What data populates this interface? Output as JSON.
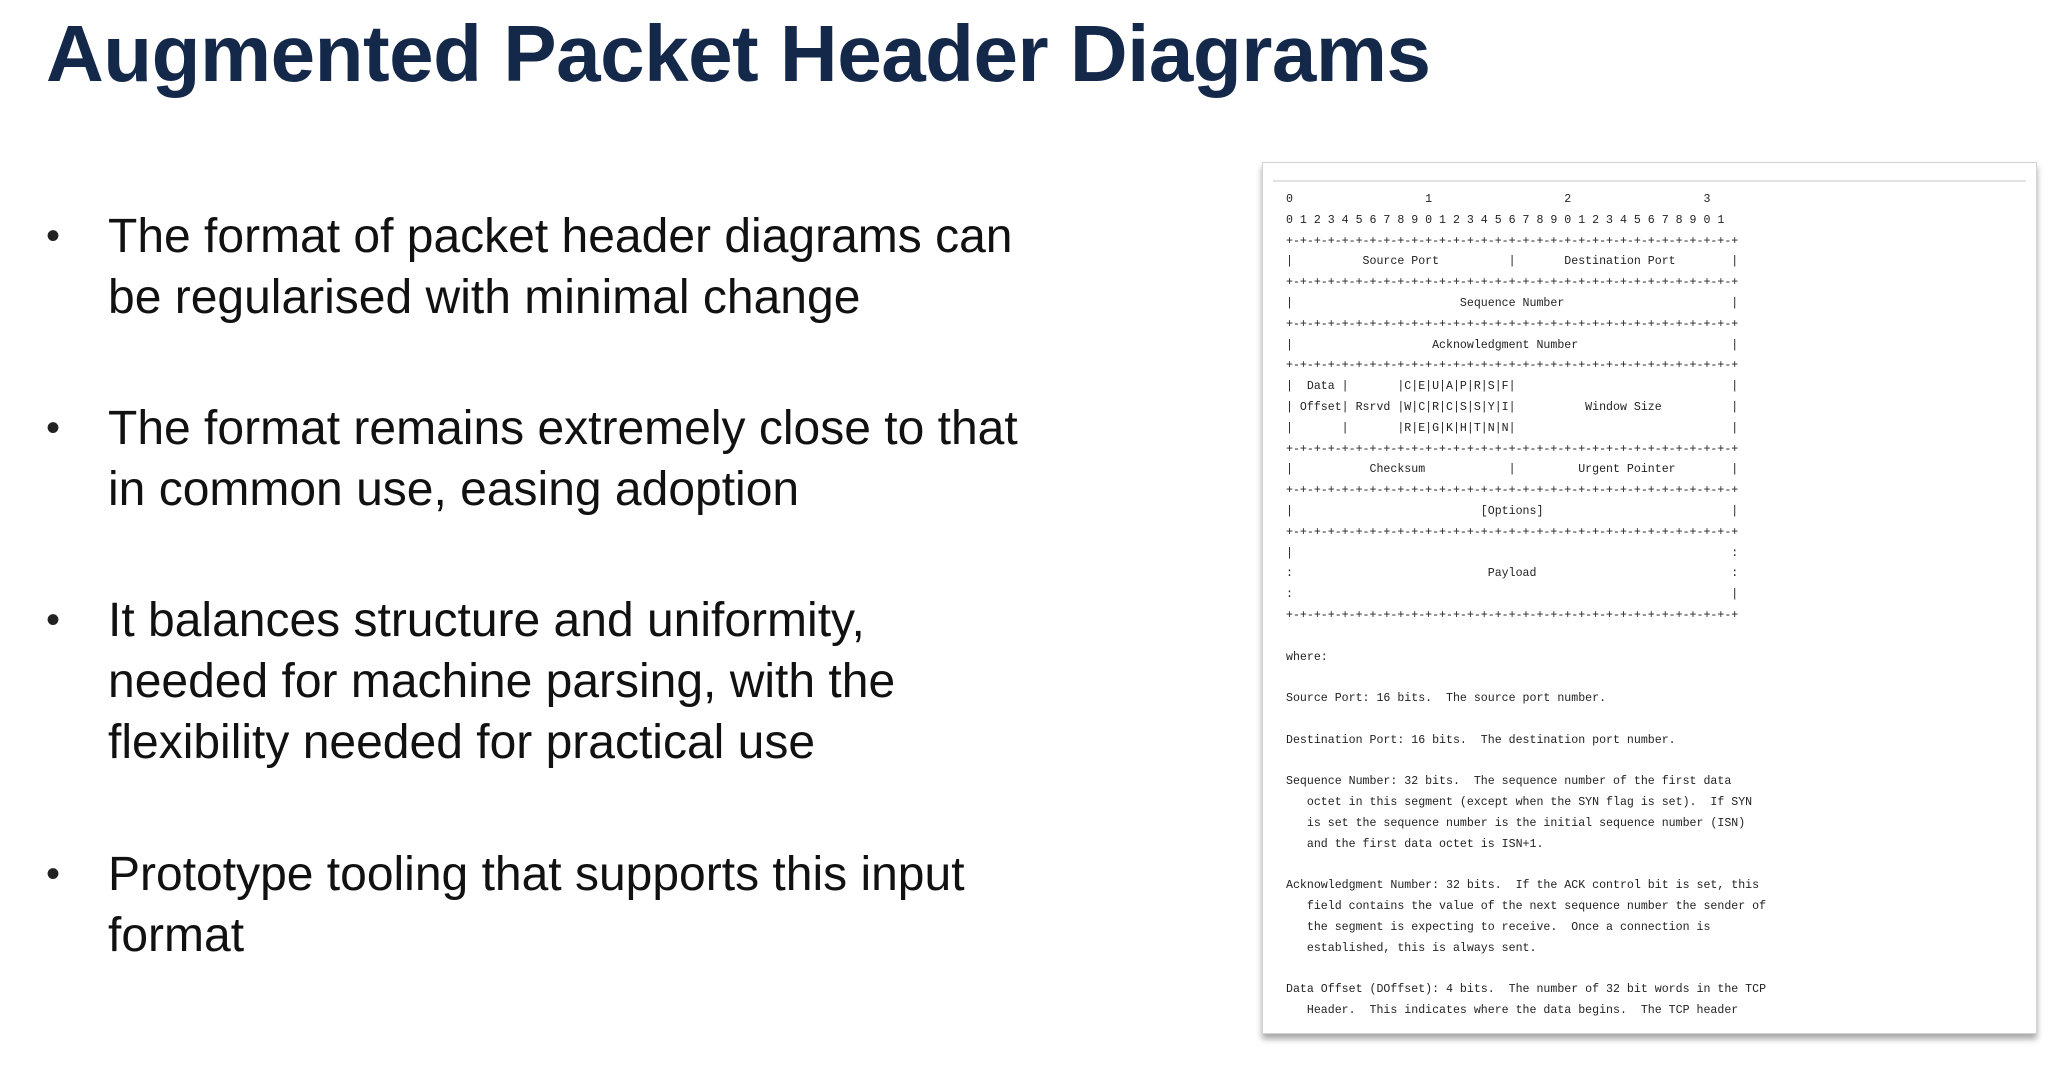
{
  "slide": {
    "title": "Augmented Packet Header Diagrams",
    "bullet_glyph": "•",
    "bullets": [
      "The format of packet header diagrams can\nbe regularised with minimal change",
      "The format remains extremely close to that\nin common use, easing adoption",
      "It balances structure and uniformity,\nneeded for machine parsing, with the\nflexibility needed for practical use",
      "Prototype tooling that supports this input\nformat"
    ]
  },
  "diagram": {
    "lines": [
      "0                   1                   2                   3",
      "0 1 2 3 4 5 6 7 8 9 0 1 2 3 4 5 6 7 8 9 0 1 2 3 4 5 6 7 8 9 0 1",
      "+-+-+-+-+-+-+-+-+-+-+-+-+-+-+-+-+-+-+-+-+-+-+-+-+-+-+-+-+-+-+-+-+",
      "|          Source Port          |       Destination Port        |",
      "+-+-+-+-+-+-+-+-+-+-+-+-+-+-+-+-+-+-+-+-+-+-+-+-+-+-+-+-+-+-+-+-+",
      "|                        Sequence Number                        |",
      "+-+-+-+-+-+-+-+-+-+-+-+-+-+-+-+-+-+-+-+-+-+-+-+-+-+-+-+-+-+-+-+-+",
      "|                    Acknowledgment Number                      |",
      "+-+-+-+-+-+-+-+-+-+-+-+-+-+-+-+-+-+-+-+-+-+-+-+-+-+-+-+-+-+-+-+-+",
      "|  Data |       |C|E|U|A|P|R|S|F|                               |",
      "| Offset| Rsrvd |W|C|R|C|S|S|Y|I|          Window Size          |",
      "|       |       |R|E|G|K|H|T|N|N|                               |",
      "+-+-+-+-+-+-+-+-+-+-+-+-+-+-+-+-+-+-+-+-+-+-+-+-+-+-+-+-+-+-+-+-+",
      "|           Checksum            |         Urgent Pointer        |",
      "+-+-+-+-+-+-+-+-+-+-+-+-+-+-+-+-+-+-+-+-+-+-+-+-+-+-+-+-+-+-+-+-+",
      "|                           [Options]                           |",
      "+-+-+-+-+-+-+-+-+-+-+-+-+-+-+-+-+-+-+-+-+-+-+-+-+-+-+-+-+-+-+-+-+",
      "|                                                               :",
      ":                            Payload                            :",
      ":                                                               |",
      "+-+-+-+-+-+-+-+-+-+-+-+-+-+-+-+-+-+-+-+-+-+-+-+-+-+-+-+-+-+-+-+-+",
      "",
      "where:",
      "",
      "Source Port: 16 bits.  The source port number.",
      "",
      "Destination Port: 16 bits.  The destination port number.",
      "",
      "Sequence Number: 32 bits.  The sequence number of the first data",
      "   octet in this segment (except when the SYN flag is set).  If SYN",
      "   is set the sequence number is the initial sequence number (ISN)",
      "   and the first data octet is ISN+1.",
      "",
      "Acknowledgment Number: 32 bits.  If the ACK control bit is set, this",
      "   field contains the value of the next sequence number the sender of",
      "   the segment is expecting to receive.  Once a connection is",
      "   established, this is always sent.",
      "",
      "Data Offset (DOffset): 4 bits.  The number of 32 bit words in the TCP",
      "   Header.  This indicates where the data begins.  The TCP header"
    ]
  }
}
